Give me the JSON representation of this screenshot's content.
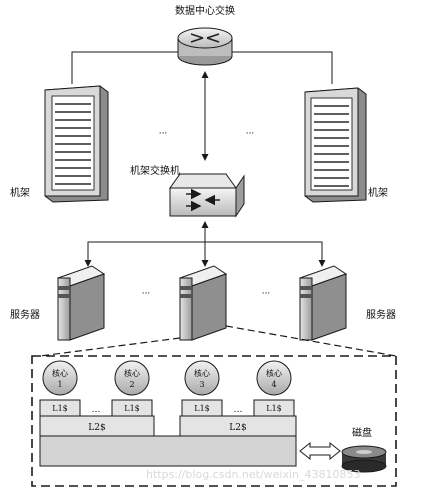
{
  "labels": {
    "datacenter_switch": "数据中心交换",
    "rack_switch": "机架交换机",
    "rack_left": "机架",
    "rack_right": "机架",
    "server_left": "服务器",
    "server_right": "服务器",
    "disk": "磁盘",
    "ellipsis": "…",
    "ellipsis_dots": "···"
  },
  "cores": [
    {
      "name": "核心",
      "num": "1"
    },
    {
      "name": "核心",
      "num": "2"
    },
    {
      "name": "核心",
      "num": "3"
    },
    {
      "name": "核心",
      "num": "4"
    }
  ],
  "caches": {
    "l1": "L1$",
    "l2": "L2$"
  },
  "watermark": "https://blog.csdn.net/weixin_43810853",
  "colors": {
    "line": "#1a1a1a",
    "cache_fill": "#e4e4e4",
    "memory_fill": "#d4d4d4",
    "core_fill": "#d6d6d6",
    "device_dark": "#3a3a3a",
    "device_light": "#bdbdbd"
  }
}
